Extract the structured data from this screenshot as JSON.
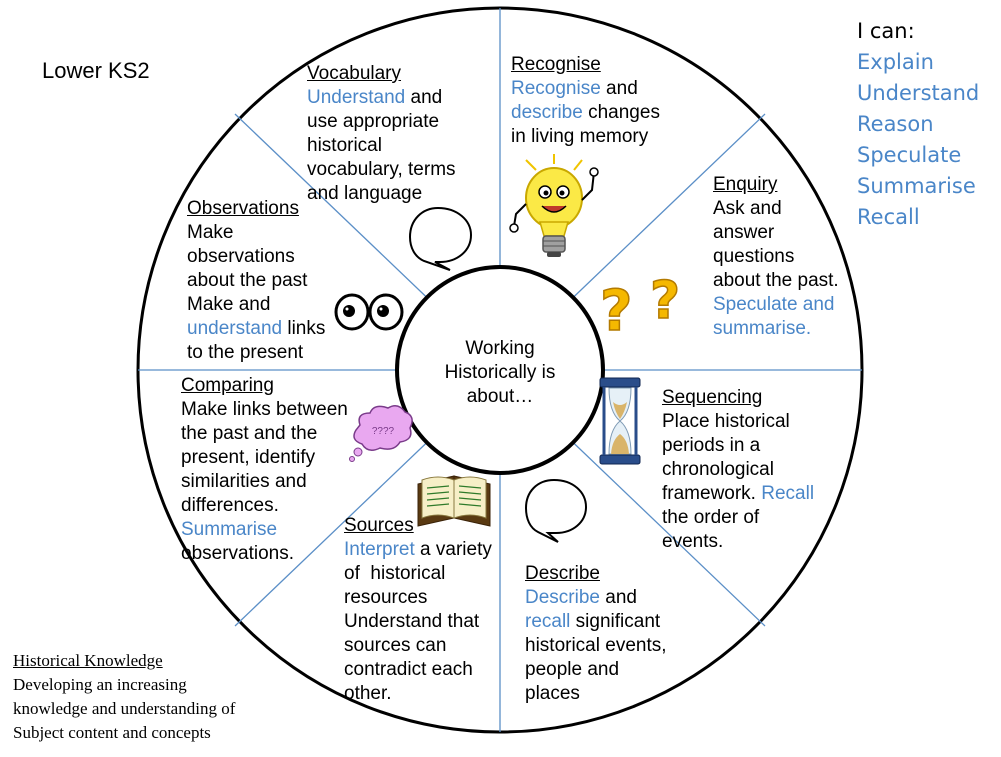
{
  "title": "Lower KS2",
  "center_label": [
    "Working",
    "Historically is",
    "about…"
  ],
  "i_can": {
    "heading": "I can:",
    "items": [
      "Explain",
      "Understand",
      "Reason",
      "Speculate",
      "Summarise",
      "Recall"
    ]
  },
  "footer": {
    "heading": "Historical Knowledge",
    "lines": [
      "Developing an increasing",
      "knowledge and understanding of",
      "Subject content and concepts"
    ]
  },
  "segments": {
    "vocabulary": {
      "heading": "Vocabulary",
      "l1a": "Understand",
      "l1b": " and",
      "l2": "use appropriate",
      "l3": "historical",
      "l4": "vocabulary, terms",
      "l5": "and language"
    },
    "recognise": {
      "heading": "Recognise",
      "l1a": "Recognise",
      "l1b": " and",
      "l2a": "describe",
      "l2b": " changes",
      "l3": "in living memory"
    },
    "enquiry": {
      "heading": "Enquiry",
      "l1": "Ask and",
      "l2": "answer",
      "l3": "questions",
      "l4": "about the past.",
      "l5": "Speculate and",
      "l6": "summarise."
    },
    "observations": {
      "heading": "Observations",
      "l1": "Make",
      "l2": "observations",
      "l3": "about the past",
      "l4": "Make and",
      "l5a": "understand",
      "l5b": " links",
      "l6": "to the present"
    },
    "comparing": {
      "heading": "Comparing",
      "l1": "Make links between",
      "l2": "the past and the",
      "l3": "present, identify",
      "l4": "similarities and",
      "l5": "differences.",
      "l6": "Summarise",
      "l7": "observations."
    },
    "sequencing": {
      "heading": "Sequencing",
      "l1": "Place historical",
      "l2": "periods in a",
      "l3": "chronological",
      "l4a": "framework.",
      "l4b": " Recall",
      "l5": "the order of",
      "l6": "events."
    },
    "sources": {
      "heading": "Sources",
      "l1a": "Interpret",
      "l1b": " a variety",
      "l2": "of  historical",
      "l3": "resources",
      "l4": "Understand that",
      "l5": "sources can",
      "l6": "contradict each",
      "l7": "other."
    },
    "describe": {
      "heading": "Describe",
      "l1a": "Describe",
      "l1b": " and",
      "l2a": "recall",
      "l2b": " significant",
      "l3": "historical events,",
      "l4": "people and",
      "l5": "places"
    }
  },
  "thought_bubble_text": "????",
  "icons": [
    "speech-bubble-icon",
    "lightbulb-character-icon",
    "question-marks-icon",
    "eyes-icon",
    "thought-bubble-icon",
    "hourglass-icon",
    "open-book-icon",
    "speech-bubble-icon"
  ],
  "colors": {
    "accent_blue": "#4a86c8",
    "spoke_blue": "#5b8fc7",
    "outline": "#000000",
    "question_yellow": "#f5b800",
    "thought_pink": "#e9a8f0"
  }
}
